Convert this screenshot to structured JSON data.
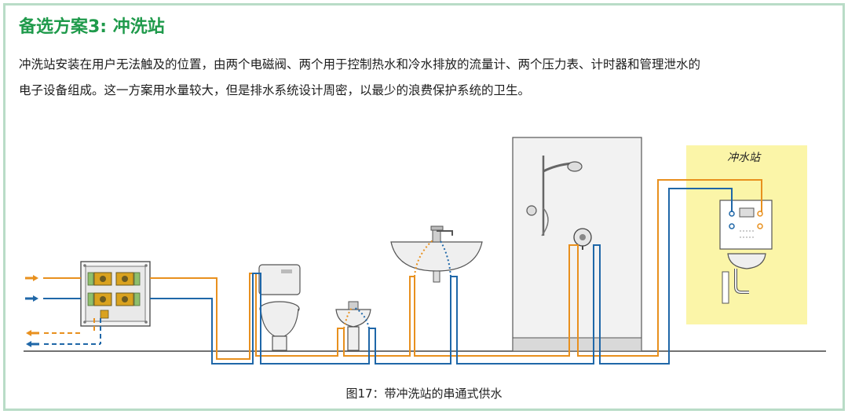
{
  "title": "备选方案3: 冲洗站",
  "description": {
    "line1": "冲洗站安装在用户无法触及的位置，由两个电磁阀、两个用于控制热水和冷水排放的流量计、两个压力表、计时器和管理泄水的",
    "line2": "电子设备组成。这一方案用水量较大，但是排水系统设计周密，以最少的浪费保护系统的卫生。"
  },
  "diagram": {
    "station_label": "冲水站",
    "caption": "图17：带冲洗站的串通式供水",
    "colors": {
      "hot": "#e8901e",
      "cold": "#1f67a8",
      "frame": "#b9dcc7",
      "title": "#1f9a4b",
      "station_bg": "#fbf5a8"
    }
  }
}
